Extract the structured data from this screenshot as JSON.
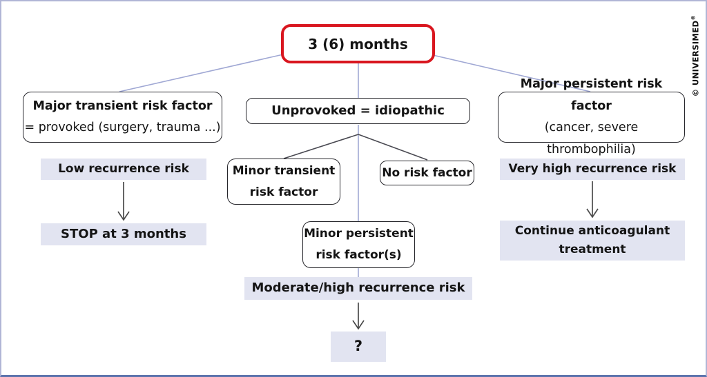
{
  "brand": {
    "copyright": "© UNIVERSIMED",
    "registered": "®"
  },
  "flowchart": {
    "root": "3 (6) months",
    "left": {
      "factor_title": "Major transient risk factor",
      "factor_subtitle": "= provoked (surgery, trauma ...)",
      "risk": "Low recurrence risk",
      "action": "STOP at 3 months"
    },
    "center": {
      "factor_title": "Unprovoked = idiopathic",
      "minor_transient": {
        "line1": "Minor transient",
        "line2": "risk factor"
      },
      "no_risk": "No risk factor",
      "minor_persistent": {
        "line1": "Minor persistent",
        "line2": "risk factor(s)"
      },
      "risk": "Moderate/high recurrence risk",
      "action": "?"
    },
    "right": {
      "factor_title": "Major persistent risk factor",
      "factor_subtitle": "(cancer, severe thrombophilia)",
      "risk": "Very high recurrence risk",
      "action": {
        "line1": "Continue anticoagulant",
        "line2": "treatment"
      }
    }
  },
  "colors": {
    "accent_red": "#d9161f",
    "connector_blue": "#a0a8d4",
    "connector_dark": "#4a4a52",
    "arrow_dark": "#4a4a4a",
    "bar_lavender": "#e2e4f1",
    "frame_border": "#b0b5d6",
    "frame_border_bottom": "#5d74ad",
    "text": "#141414"
  }
}
